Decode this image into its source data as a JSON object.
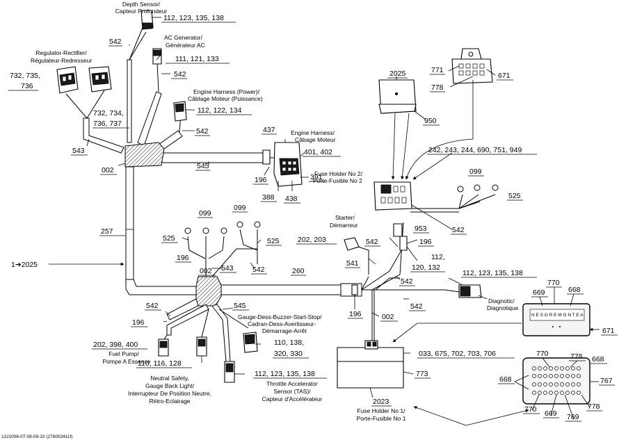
{
  "labels": {
    "depth_sensor": [
      "Depth Sensor/",
      "Capteur Profondeur"
    ],
    "depth_sensor_refs": "112, 123, 135, 138",
    "ac_generator": [
      "AC Generator/",
      "Générateur AC"
    ],
    "ac_generator_refs": "111, 121, 133",
    "regulator": [
      "Regulator-Rectifier/",
      "Régulateur-Redresseur"
    ],
    "regulator_refs_left": [
      "732, 735,",
      "736"
    ],
    "regulator_refs_right": [
      "732, 734,",
      "736, 737"
    ],
    "engine_power": [
      "Engine Harness (Power)/",
      "Câblage Moteur (Puissance)"
    ],
    "engine_power_refs": "112, 122, 134",
    "engine_harness": [
      "Engine Harness/",
      "Câbage Moteur"
    ],
    "engine_harness_refs": "401, 402",
    "fuse_holder_2": [
      "Fuse Holder No 2/",
      "Porte-Fusible No 2"
    ],
    "fuse_holder_2_refs": "242, 243, 244, 690, 751, 949",
    "starter": [
      "Starter/",
      "Démarreur"
    ],
    "starter_refs": "202, 203",
    "starter_side_refs": [
      "112,",
      "120, 132"
    ],
    "main_ref": "1➔2025",
    "diagnostic": [
      "Diagnotic/",
      "Diagnotique"
    ],
    "diagnostic_refs": "112, 123, 135, 138",
    "gauge": [
      "Gauge-Dess-Buzzer-Start-Stop/",
      "Cadran-Dess-Avertisseur-",
      "Démarrage-Arrêt"
    ],
    "gauge_refs": [
      "110, 138,",
      "320, 330"
    ],
    "fuel_pump": [
      "Fuel Pump/",
      "Pompe A Essence"
    ],
    "fuel_pump_refs": "202, 398, 400",
    "neutral": [
      "Neutral Safety,",
      "Gauge Back Light/",
      "Interrupteur De Position Neutre,",
      "Rétro-Eclairage"
    ],
    "neutral_refs": "110, 116, 128",
    "throttle": [
      "Throttle Accelerator",
      "Sensor (TAS)/",
      "Capteur d'Accélérateur"
    ],
    "throttle_refs": "112, 123, 135, 138",
    "fuse_holder_1": [
      "Fuse Holder No 1/",
      "Porte-Fusible No 1"
    ],
    "fuse_holder_1_refs": "033, 675, 702, 703, 706",
    "fuse_holder_1_code": "2023",
    "fuse_holder_1_side": "773",
    "fuse_box_code": "2025",
    "fuse_box_side": "950",
    "relay_refs": {
      "r771": "771",
      "r778": "778",
      "r671": "671"
    },
    "parts": {
      "p542_top": "542",
      "p542_ac": "542",
      "p542_power": "542",
      "p543": "543",
      "p002_top": "002",
      "p545_top": "545",
      "p437": "437",
      "p196_eng": "196",
      "p388": "388",
      "p438": "438",
      "p391": "391",
      "p257": "257",
      "p099_a": "099",
      "p099_b": "099",
      "p099_c": "099",
      "p525_a": "525",
      "p525_b": "525",
      "p525_c": "525",
      "p542_right": "542",
      "p953": "953",
      "p196_start": "196",
      "p542_start": "542",
      "p541": "541",
      "p542_mid": "542",
      "p542_diag": "542",
      "p196_mid": "196",
      "p543_mid": "543",
      "p002_mid": "002",
      "p542_mid2": "542",
      "p260": "260",
      "p542_low": "542",
      "p196_low": "196",
      "p545_low": "545",
      "p196_center": "196",
      "p002_low": "002"
    },
    "panel_top": {
      "p669": "669",
      "p770": "770",
      "p668": "668",
      "p671": "671",
      "face_text": "N E S O  R E M O N T E A"
    },
    "panel_bottom": {
      "p770": "770",
      "p778_a": "778",
      "p668_a": "668",
      "p668_b": "668",
      "p767": "767",
      "p770_b": "770",
      "p669": "669",
      "p769": "769",
      "p778_b": "778"
    },
    "footer": "13J1006-07-08-09-10 (278002411f)"
  }
}
